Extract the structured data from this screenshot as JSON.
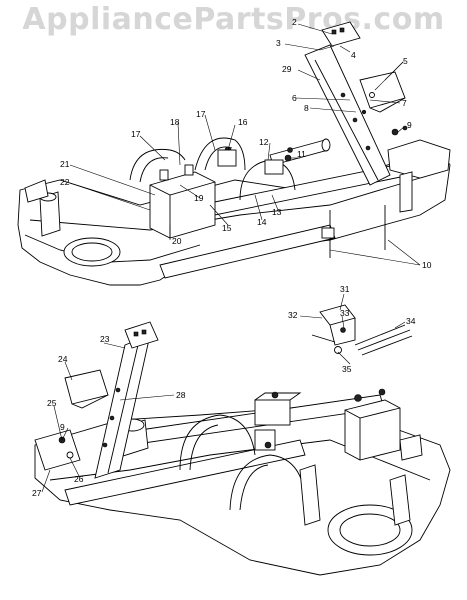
{
  "watermark": "AppliancePartsPros.com",
  "callouts": [
    {
      "id": "c2",
      "text": "2"
    },
    {
      "id": "c3",
      "text": "3"
    },
    {
      "id": "c4",
      "text": "4"
    },
    {
      "id": "c5",
      "text": "5"
    },
    {
      "id": "c6",
      "text": "6"
    },
    {
      "id": "c7",
      "text": "7"
    },
    {
      "id": "c8",
      "text": "8"
    },
    {
      "id": "c9a",
      "text": "9"
    },
    {
      "id": "c10",
      "text": "10"
    },
    {
      "id": "c11",
      "text": "11"
    },
    {
      "id": "c12",
      "text": "12"
    },
    {
      "id": "c13",
      "text": "13"
    },
    {
      "id": "c14",
      "text": "14"
    },
    {
      "id": "c15",
      "text": "15"
    },
    {
      "id": "c16",
      "text": "16"
    },
    {
      "id": "c17a",
      "text": "17"
    },
    {
      "id": "c17b",
      "text": "17"
    },
    {
      "id": "c18",
      "text": "18"
    },
    {
      "id": "c19",
      "text": "19"
    },
    {
      "id": "c20",
      "text": "20"
    },
    {
      "id": "c21",
      "text": "21"
    },
    {
      "id": "c22",
      "text": "22"
    },
    {
      "id": "c23",
      "text": "23"
    },
    {
      "id": "c24",
      "text": "24"
    },
    {
      "id": "c25",
      "text": "25"
    },
    {
      "id": "c26",
      "text": "26"
    },
    {
      "id": "c27",
      "text": "27"
    },
    {
      "id": "c28",
      "text": "28"
    },
    {
      "id": "c29",
      "text": "29"
    },
    {
      "id": "c9b",
      "text": "9"
    },
    {
      "id": "c31",
      "text": "31"
    },
    {
      "id": "c32",
      "text": "32"
    },
    {
      "id": "c33",
      "text": "33"
    },
    {
      "id": "c34",
      "text": "34"
    },
    {
      "id": "c35",
      "text": "35"
    }
  ]
}
